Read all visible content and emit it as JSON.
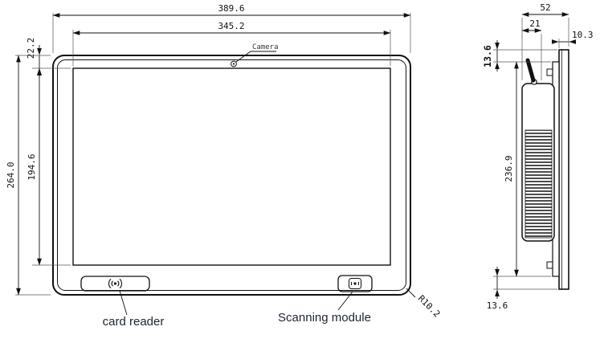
{
  "front_view": {
    "dims": {
      "width_outer": "389.6",
      "width_screen": "345.2",
      "height_outer": "264.0",
      "screen_height": "194.6",
      "bezel_top": "22.2",
      "corner_radius": "R10.2"
    },
    "labels": {
      "camera": "Camera",
      "card_reader": "card reader",
      "scanning_module": "Scanning module"
    }
  },
  "side_view": {
    "dims": {
      "depth_total": "52",
      "module_depth": "21",
      "panel_thickness": "10.3",
      "top_offset": "13.6",
      "module_height": "236.9",
      "bottom_offset": "13.6"
    }
  }
}
